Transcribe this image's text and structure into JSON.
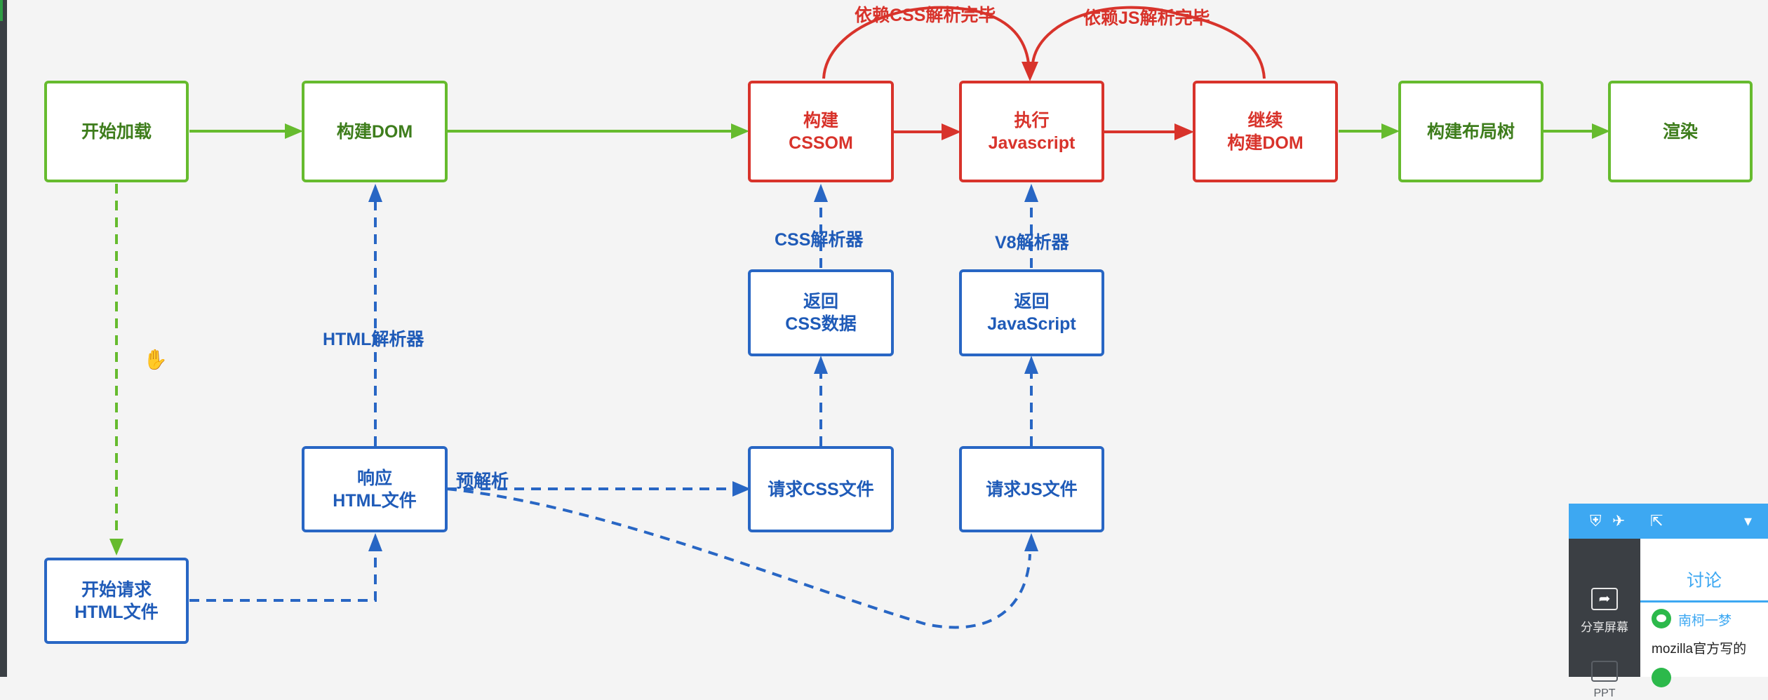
{
  "nodes": {
    "start_load": [
      "开始加载"
    ],
    "build_dom": [
      "构建DOM"
    ],
    "build_cssom": [
      "构建",
      "CSSOM"
    ],
    "exec_js": [
      "执行",
      "Javascript"
    ],
    "continue_dom": [
      "继续",
      "构建DOM"
    ],
    "layout_tree": [
      "构建布局树"
    ],
    "render": [
      "渲染"
    ],
    "return_css": [
      "返回",
      "CSS数据"
    ],
    "return_js": [
      "返回",
      "JavaScript"
    ],
    "response_html": [
      "响应",
      "HTML文件"
    ],
    "request_css": [
      "请求CSS文件"
    ],
    "request_js": [
      "请求JS文件"
    ],
    "start_request": [
      "开始请求",
      "HTML文件"
    ]
  },
  "labels": {
    "html_parser": "HTML解析器",
    "css_parser": "CSS解析器",
    "v8_parser": "V8解析器",
    "preparse": "预解析",
    "depend_css": "依赖CSS解析完毕",
    "depend_js": "依赖JS解析完毕"
  },
  "colors": {
    "green": "#66bb2e",
    "red": "#d8332b",
    "blue": "#2866c4"
  },
  "chat": {
    "share_label": "分享屏幕",
    "ppt_label": "PPT",
    "tab_label": "讨论",
    "user": "南柯一梦",
    "message": "mozilla官方写的",
    "icons": [
      "shield-icon",
      "plane-icon",
      "share-out-icon",
      "dropdown-arrow-icon"
    ]
  },
  "cursor": "hand-cursor-icon"
}
